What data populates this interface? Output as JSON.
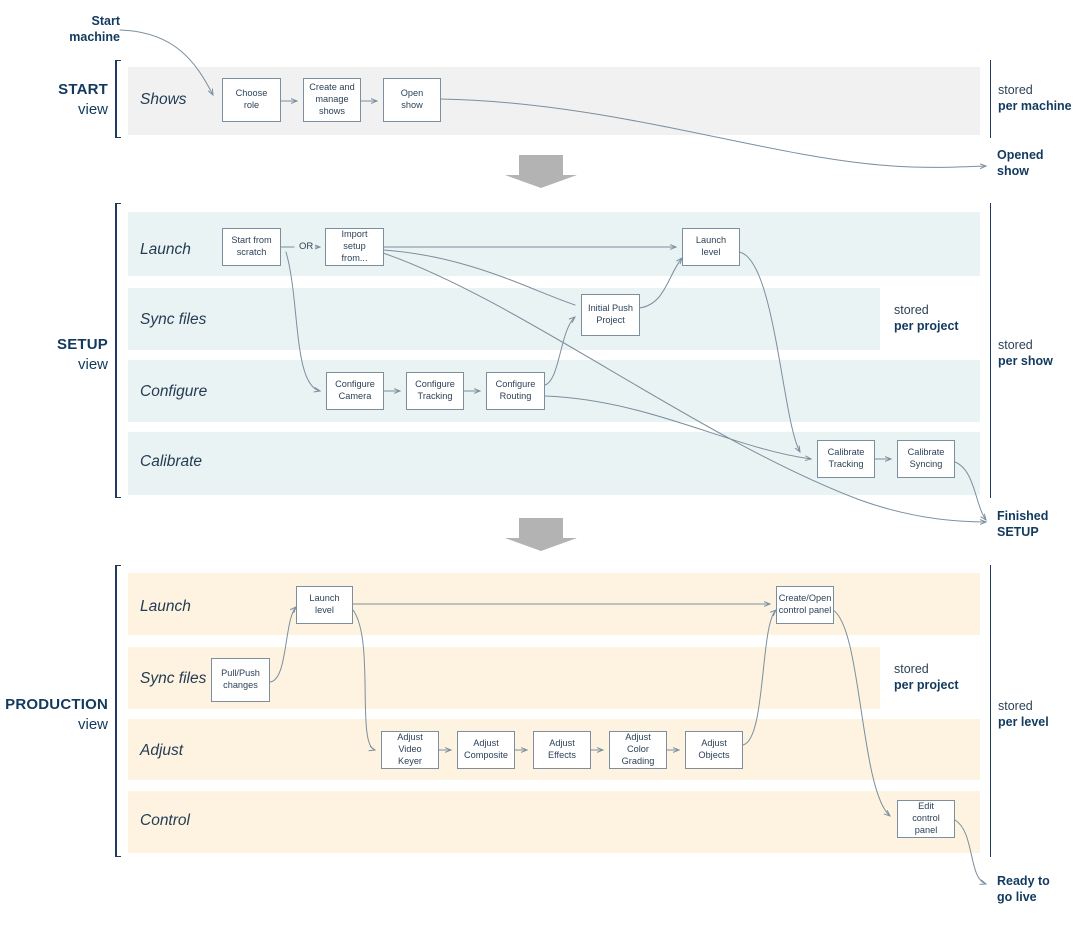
{
  "diagram": {
    "title": "Show production workflow views",
    "colors": {
      "start_band": "#f1f1f1",
      "setup_band": "#eaf3f3",
      "production_band": "#fdf3e0",
      "node_border": "#7b8f9e",
      "connector": "#7b8f9e",
      "label_dark": "#12395e",
      "arrow_grey": "#b3b3b3"
    },
    "entry_label": {
      "line1": "Start",
      "line2": "machine"
    },
    "phases": [
      {
        "id": "start",
        "name_line1": "START",
        "name_line2": "view",
        "stored_scope": {
          "line1": "stored",
          "line2": "per machine"
        },
        "lanes": [
          {
            "id": "shows",
            "label": "Shows",
            "nodes": [
              {
                "id": "choose-role",
                "line1": "Choose",
                "line2": "role"
              },
              {
                "id": "create-manage-shows",
                "line1": "Create and",
                "line2": "manage",
                "line3": "shows"
              },
              {
                "id": "open-show",
                "line1": "Open",
                "line2": "show"
              }
            ]
          }
        ],
        "outcome": {
          "line1": "Opened",
          "line2": "show"
        }
      },
      {
        "id": "setup",
        "name_line1": "SETUP",
        "name_line2": "view",
        "stored_scope": {
          "line1": "stored",
          "line2": "per show"
        },
        "stored_inner": {
          "line1": "stored",
          "line2": "per project"
        },
        "lanes": [
          {
            "id": "launch",
            "label": "Launch",
            "nodes": [
              {
                "id": "start-from-scratch",
                "line1": "Start from",
                "line2": "scratch"
              },
              {
                "id": "import-setup-from",
                "line1": "Import setup",
                "line2": "from..."
              },
              {
                "id": "launch-level",
                "line1": "Launch",
                "line2": "level"
              }
            ],
            "connector_label": "OR"
          },
          {
            "id": "sync-files",
            "label": "Sync files",
            "nodes": [
              {
                "id": "initial-push-project",
                "line1": "Initial Push",
                "line2": "Project"
              }
            ]
          },
          {
            "id": "configure",
            "label": "Configure",
            "nodes": [
              {
                "id": "configure-camera",
                "line1": "Configure",
                "line2": "Camera"
              },
              {
                "id": "configure-tracking",
                "line1": "Configure",
                "line2": "Tracking"
              },
              {
                "id": "configure-routing",
                "line1": "Configure",
                "line2": "Routing"
              }
            ]
          },
          {
            "id": "calibrate",
            "label": "Calibrate",
            "nodes": [
              {
                "id": "calibrate-tracking",
                "line1": "Calibrate",
                "line2": "Tracking"
              },
              {
                "id": "calibrate-syncing",
                "line1": "Calibrate",
                "line2": "Syncing"
              }
            ]
          }
        ],
        "outcome": {
          "line1": "Finished",
          "line2": "SETUP"
        }
      },
      {
        "id": "production",
        "name_line1": "PRODUCTION",
        "name_line2": "view",
        "stored_scope": {
          "line1": "stored",
          "line2": "per level"
        },
        "stored_inner": {
          "line1": "stored",
          "line2": "per project"
        },
        "lanes": [
          {
            "id": "launch",
            "label": "Launch",
            "nodes": [
              {
                "id": "launch-level",
                "line1": "Launch",
                "line2": "level"
              },
              {
                "id": "create-open-control-panel",
                "line1": "Create/Open",
                "line2": "control panel"
              }
            ]
          },
          {
            "id": "sync-files",
            "label": "Sync files",
            "nodes": [
              {
                "id": "pull-push-changes",
                "line1": "Pull/Push",
                "line2": "changes"
              }
            ]
          },
          {
            "id": "adjust",
            "label": "Adjust",
            "nodes": [
              {
                "id": "adjust-video-keyer",
                "line1": "Adjust Video",
                "line2": "Keyer"
              },
              {
                "id": "adjust-composite",
                "line1": "Adjust",
                "line2": "Composite"
              },
              {
                "id": "adjust-effects",
                "line1": "Adjust",
                "line2": "Effects"
              },
              {
                "id": "adjust-color-grading",
                "line1": "Adjust Color",
                "line2": "Grading"
              },
              {
                "id": "adjust-objects",
                "line1": "Adjust",
                "line2": "Objects"
              }
            ]
          },
          {
            "id": "control",
            "label": "Control",
            "nodes": [
              {
                "id": "edit-control-panel",
                "line1": "Edit",
                "line2": "control panel"
              }
            ]
          }
        ],
        "outcome": {
          "line1": "Ready to",
          "line2": "go live"
        }
      }
    ]
  }
}
